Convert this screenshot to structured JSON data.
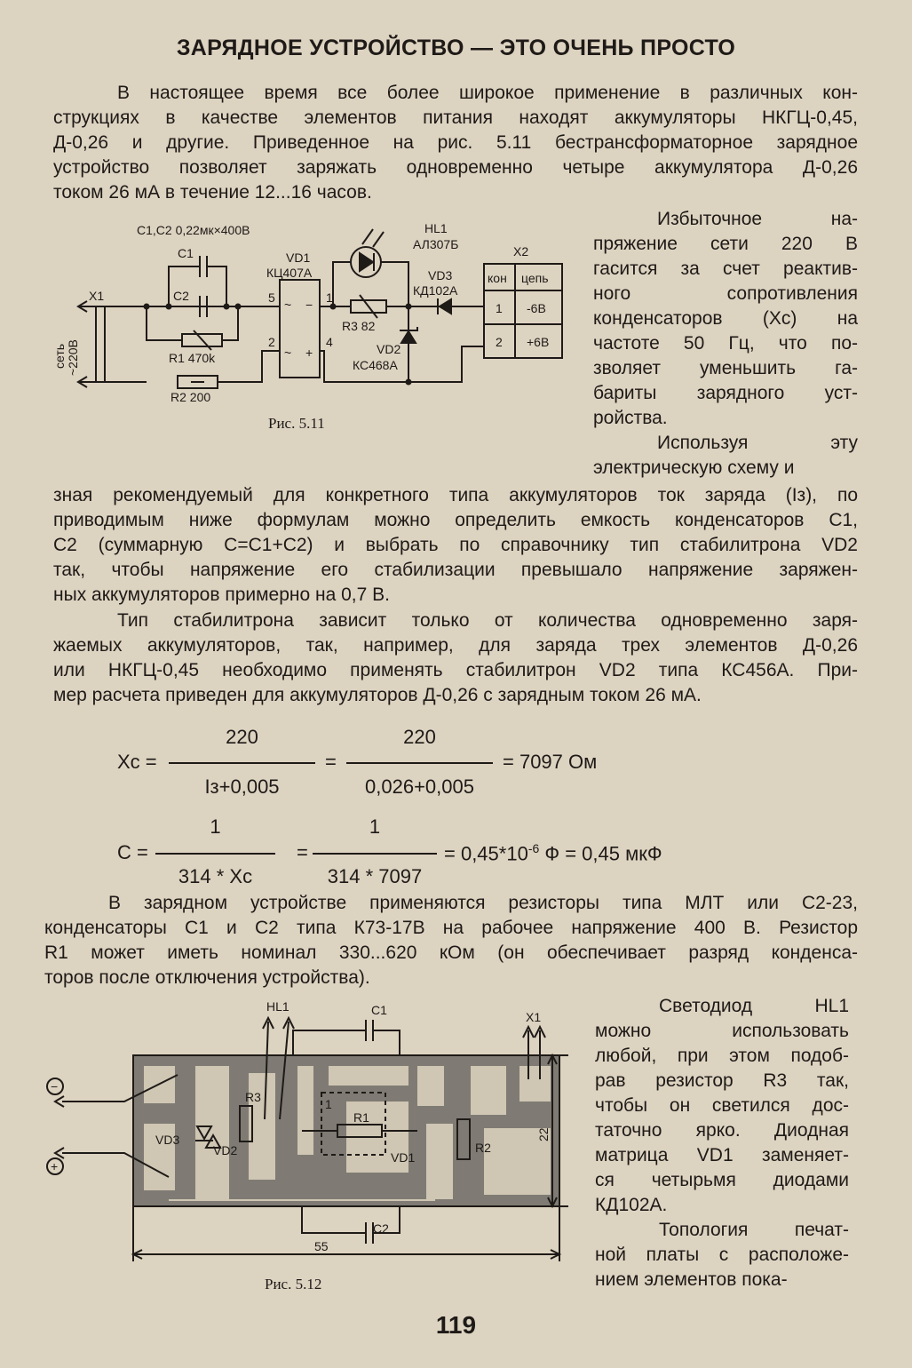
{
  "title": "ЗАРЯДНОЕ УСТРОЙСТВО — ЭТО ОЧЕНЬ ПРОСТО",
  "intro": [
    "В настоящее время все более широкое применение в различных кон-",
    "струкциях в качестве элементов питания находят аккумуляторы НКГЦ-0,45,",
    "Д-0,26 и другие. Приведенное на рис. 5.11 бестрансформаторное зарядное",
    "устройство позволяет заряжать одновременно четыре аккумулятора Д-0,26",
    "током 26 мА в течение 12...16 часов."
  ],
  "side_text_1": [
    "Избыточное на-",
    "пряжение сети 220 В",
    "гасится за счет реактив-",
    "ного сопротивления",
    "конденсаторов (Хс) на",
    "частоте 50 Гц, что по-",
    "зволяет уменьшить га-",
    "бариты зарядного уст-",
    "ройства.",
    "Используя эту",
    "электрическую схему и"
  ],
  "para_2": [
    "зная рекомендуемый для конкретного типа аккумуляторов ток заряда (Iз), по",
    "приводимым ниже формулам можно определить емкость конденсаторов С1,",
    "С2 (суммарную С=С1+С2) и выбрать по справочнику тип стабилитрона VD2",
    "так, чтобы напряжение его стабилизации превышало напряжение заряжен-",
    "ных аккумуляторов примерно на 0,7 В."
  ],
  "para_3": [
    "Тип стабилитрона зависит только от количества одновременно заря-",
    "жаемых аккумуляторов, так, например, для заряда трех элементов Д-0,26",
    "или НКГЦ-0,45 необходимо применять стабилитрон VD2 типа КС456А. При-",
    "мер расчета приведен для аккумуляторов Д-0,26 с зарядным током 26 мА."
  ],
  "formula_1": {
    "lhs": "Хс =",
    "num1": "220",
    "den1": "Iз+0,005",
    "eq": "=",
    "num2": "220",
    "den2": "0,026+0,005",
    "result": "= 7097 Ом"
  },
  "formula_2": {
    "lhs": "С =",
    "num1": "1",
    "den1": "314 * Хс",
    "eq": "=",
    "num2": "1",
    "den2": "314 * 7097",
    "result_a": "= 0,45*10",
    "result_exp": "-6",
    "result_b": " Ф = 0,45 мкФ"
  },
  "para_4": [
    "В зарядном устройстве применяются резисторы типа МЛТ или С2-23,",
    "конденсаторы С1 и С2 типа К73-17В на рабочее напряжение 400 В. Резистор",
    "R1 может иметь номинал 330...620 кОм (он обеспечивает разряд конденса-",
    "торов после отключения устройства)."
  ],
  "side_text_2": [
    "Светодиод HL1",
    "можно использовать",
    "любой, при этом подоб-",
    "рав резистор R3 так,",
    "чтобы он светился дос-",
    "таточно ярко. Диодная",
    "матрица VD1 заменяет-",
    "ся четырьмя диодами",
    "КД102А.",
    "Топология печат-",
    "ной платы с расположе-",
    "нием элементов пока-"
  ],
  "fig1": {
    "caption": "Рис. 5.11",
    "labels": {
      "c12": "С1,С2 0,22мк×400В",
      "c1": "С1",
      "c2": "С2",
      "x1": "Х1",
      "mains_a": "сеть",
      "mains_b": "~220В",
      "r1": "R1 470k",
      "r2": "R2 200",
      "vd1_a": "VD1",
      "vd1_b": "КЦ407А",
      "p5": "5",
      "p1": "1",
      "p2": "2",
      "p4": "4",
      "tilde1": "~",
      "minus": "−",
      "tilde2": "~",
      "plus": "+",
      "hl1_a": "HL1",
      "hl1_b": "АЛ307Б",
      "r3": "R3 82",
      "vd2_a": "VD2",
      "vd2_b": "КС468А",
      "vd3_a": "VD3",
      "vd3_b": "КД102А",
      "x2": "Х2"
    },
    "x2_table": {
      "headers": [
        "кон",
        "цепь"
      ],
      "rows": [
        [
          "1",
          "-6В"
        ],
        [
          "2",
          "+6В"
        ]
      ]
    }
  },
  "fig2": {
    "caption": "Рис. 5.12",
    "labels": {
      "hl1": "HL1",
      "c1": "С1",
      "c2": "С2",
      "x1": "Х1",
      "r3": "R3",
      "r1": "R1",
      "r2": "R2",
      "vd3": "VD3",
      "vd2": "VD2",
      "vd1": "VD1",
      "pin1": "1",
      "minus": "−",
      "plus": "+",
      "dim_w": "55",
      "dim_h": "22"
    }
  },
  "page_number": "119"
}
